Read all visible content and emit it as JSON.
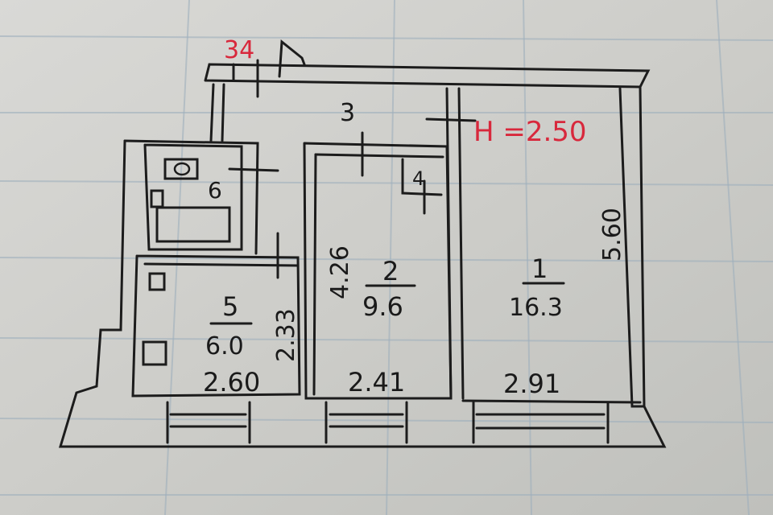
{
  "apartment_number": "34",
  "ceiling_height": "H =2.50",
  "rooms": [
    {
      "number": "1",
      "area": "16.3",
      "width": "2.91",
      "length": "5.60"
    },
    {
      "number": "2",
      "area": "9.6",
      "width": "2.41",
      "length": "4.26"
    },
    {
      "number": "3"
    },
    {
      "number": "4"
    },
    {
      "number": "5",
      "area": "6.0",
      "width": "2.60",
      "length": "2.33"
    },
    {
      "number": "6"
    }
  ],
  "colors": {
    "ink": "#1c1c1c",
    "red_ink": "#d8283c",
    "paper": "#cfd0cc",
    "grid": "#9fb0bd"
  }
}
